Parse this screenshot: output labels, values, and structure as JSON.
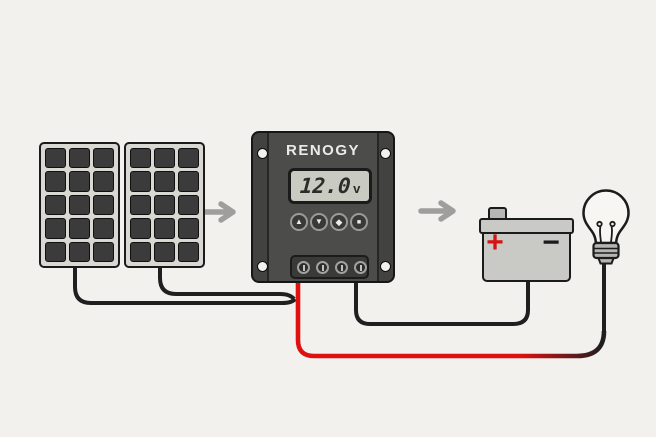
{
  "colors": {
    "background": "#f2f1ed",
    "wire_negative": "#1f1f1f",
    "wire_positive": "#e11010",
    "arrow": "#9e9e9c",
    "panel_cell": "#3b3b3b",
    "panel_frame": "#d9d8d3",
    "controller_body": "#4c4c4a",
    "lcd_screen": "#c9cbc2",
    "battery_body": "#c9c9c6",
    "battery_positive": "#d41313"
  },
  "solar_array": {
    "panels": [
      {
        "grid": "5x3"
      },
      {
        "grid": "5x3"
      }
    ]
  },
  "flow": {
    "arrow_count": 2,
    "direction": "right"
  },
  "controller": {
    "brand": "RENOGY",
    "display": {
      "value": "12.0",
      "unit": "v"
    },
    "buttons": [
      {
        "name": "up-button",
        "glyph": "▲"
      },
      {
        "name": "down-button",
        "glyph": "▼"
      },
      {
        "name": "select-button",
        "glyph": "◆"
      },
      {
        "name": "exit-button",
        "glyph": "■"
      }
    ],
    "terminal_count": 4,
    "screw_count": 4
  },
  "battery": {
    "positive_label": "+",
    "negative_label": "−"
  }
}
